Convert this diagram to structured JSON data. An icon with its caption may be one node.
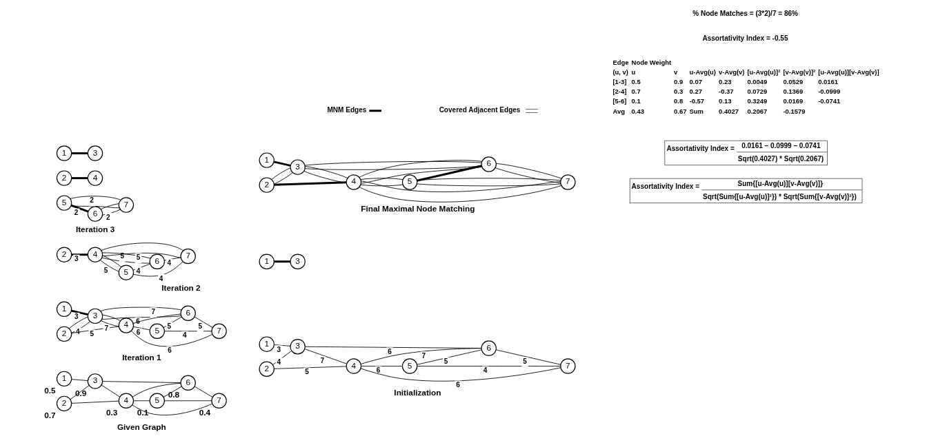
{
  "diagram": {
    "nodes": [
      {
        "text": [
          "1"
        ],
        "beside": [
          "0.5"
        ]
      },
      {
        "text": [
          "2"
        ],
        "beside": [
          "0.7"
        ]
      },
      {
        "text": [
          "3"
        ],
        "beside": [
          "0.9"
        ]
      },
      {
        "text": [
          "4"
        ],
        "beside": [
          "0.3"
        ]
      },
      {
        "text": [
          "5"
        ],
        "beside": [
          "0.1"
        ]
      },
      {
        "text": [
          "6"
        ],
        "beside": [
          "0.8"
        ]
      },
      {
        "text": [
          "7"
        ],
        "beside": [
          "0.4"
        ]
      },
      {
        "text": [
          "1"
        ]
      },
      {
        "text": [
          "2"
        ]
      },
      {
        "text": [
          "3"
        ]
      },
      {
        "text": [
          "4"
        ]
      },
      {
        "text": [
          "5"
        ]
      },
      {
        "text": [
          "6"
        ]
      },
      {
        "text": [
          "7"
        ]
      },
      {
        "text": [
          "1"
        ]
      },
      {
        "text": [
          "2"
        ]
      },
      {
        "text": [
          "3"
        ]
      },
      {
        "text": [
          "4"
        ]
      },
      {
        "text": [
          "5"
        ]
      },
      {
        "text": [
          "6"
        ]
      },
      {
        "text": [
          "7"
        ]
      },
      {
        "text": [
          "1"
        ]
      },
      {
        "text": [
          "2"
        ]
      },
      {
        "text": [
          "3"
        ]
      },
      {
        "text": [
          "4"
        ]
      },
      {
        "text": [
          "5"
        ]
      },
      {
        "text": [
          "6"
        ]
      },
      {
        "text": [
          "7"
        ]
      },
      {
        "text": [
          "1"
        ]
      },
      {
        "text": [
          "2"
        ]
      },
      {
        "text": [
          "3"
        ]
      },
      {
        "text": [
          "4"
        ]
      },
      {
        "text": [
          "5"
        ]
      },
      {
        "text": [
          "6"
        ]
      },
      {
        "text": [
          "7"
        ]
      },
      {
        "text": [
          "1"
        ]
      },
      {
        "text": [
          "2"
        ]
      },
      {
        "text": [
          "3"
        ]
      },
      {
        "text": [
          "4"
        ]
      },
      {
        "text": [
          "5"
        ]
      },
      {
        "text": [
          "6"
        ]
      },
      {
        "text": [
          "7"
        ]
      },
      {
        "text": [
          "Sum{[u-Avg(u)][v-Avg(v)]}",
          "Assortativity Index =",
          "Sqrt(Sum{[u-Avg(u)]²}) * Sqrt(Sum{[v-Avg(v)]²})"
        ]
      },
      {
        "text": [
          "0.0161 – 0.0999 – 0.0741",
          "Assortativity Index =",
          "Sqrt(0.4027) * Sqrt(0.2067)"
        ]
      }
    ],
    "edges": [
      {
        "from": 0,
        "to": 2,
        "arrow": "none"
      },
      {
        "from": 1,
        "to": 2,
        "arrow": "none"
      },
      {
        "from": 1,
        "to": 3,
        "arrow": "none"
      },
      {
        "from": 2,
        "to": 3,
        "arrow": "none"
      },
      {
        "from": 2,
        "to": 5,
        "arrow": "none"
      },
      {
        "from": 3,
        "to": 4,
        "arrow": "none"
      },
      {
        "from": 3,
        "to": 5,
        "arrow": "none"
      },
      {
        "from": 3,
        "to": 6,
        "arrow": "none"
      },
      {
        "from": 4,
        "to": 5,
        "arrow": "none"
      },
      {
        "from": 4,
        "to": 6,
        "arrow": "none"
      },
      {
        "from": 5,
        "to": 6,
        "arrow": "none"
      },
      {
        "from": 7,
        "to": 9,
        "arrow": "none",
        "label": "3"
      },
      {
        "from": 8,
        "to": 9,
        "arrow": "none",
        "label": "4"
      },
      {
        "from": 8,
        "to": 10,
        "arrow": "none",
        "label": "5"
      },
      {
        "from": 9,
        "to": 10,
        "arrow": "none",
        "label": "7"
      },
      {
        "from": 9,
        "to": 12,
        "arrow": "none",
        "label": "6"
      },
      {
        "from": 10,
        "to": 11,
        "arrow": "none",
        "label": "6"
      },
      {
        "from": 10,
        "to": 12,
        "arrow": "none",
        "label": "7"
      },
      {
        "from": 10,
        "to": 13,
        "arrow": "none",
        "label": "6"
      },
      {
        "from": 11,
        "to": 12,
        "arrow": "none",
        "label": "5"
      },
      {
        "from": 11,
        "to": 13,
        "arrow": "none",
        "label": "4"
      },
      {
        "from": 12,
        "to": 13,
        "arrow": "none",
        "label": "5"
      },
      {
        "from": 14,
        "to": 16,
        "arrow": "none",
        "label": "3",
        "style": "thick"
      },
      {
        "from": 15,
        "to": 16,
        "arrow": "none",
        "label": "4"
      },
      {
        "from": 15,
        "to": 16,
        "arrow": "none"
      },
      {
        "from": 15,
        "to": 17,
        "arrow": "none",
        "label": "5"
      },
      {
        "from": 16,
        "to": 17,
        "arrow": "none",
        "label": "7"
      },
      {
        "from": 16,
        "to": 17,
        "arrow": "none"
      },
      {
        "from": 16,
        "to": 19,
        "arrow": "none",
        "label": "6"
      },
      {
        "from": 16,
        "to": 19,
        "arrow": "none"
      },
      {
        "from": 17,
        "to": 18,
        "arrow": "none",
        "label": "6"
      },
      {
        "from": 17,
        "to": 19,
        "arrow": "none",
        "label": "7"
      },
      {
        "from": 17,
        "to": 20,
        "arrow": "none",
        "label": "6"
      },
      {
        "from": 18,
        "to": 19,
        "arrow": "none",
        "label": "5"
      },
      {
        "from": 18,
        "to": 20,
        "arrow": "none",
        "label": "4"
      },
      {
        "from": 19,
        "to": 20,
        "arrow": "none",
        "label": "5"
      },
      {
        "from": 22,
        "to": 24,
        "arrow": "none",
        "label": "3",
        "style": "thick"
      },
      {
        "from": 21,
        "to": 23,
        "arrow": "none",
        "style": "thick"
      },
      {
        "from": 24,
        "to": 25,
        "arrow": "none",
        "label": "5"
      },
      {
        "from": 24,
        "to": 25,
        "arrow": "none"
      },
      {
        "from": 24,
        "to": 26,
        "arrow": "none",
        "label": "5"
      },
      {
        "from": 24,
        "to": 26,
        "arrow": "none"
      },
      {
        "from": 24,
        "to": 27,
        "arrow": "none",
        "label": "5"
      },
      {
        "from": 24,
        "to": 27,
        "arrow": "none"
      },
      {
        "from": 25,
        "to": 26,
        "arrow": "none",
        "label": "4"
      },
      {
        "from": 25,
        "to": 27,
        "arrow": "none",
        "label": "4"
      },
      {
        "from": 26,
        "to": 27,
        "arrow": "none",
        "label": "4"
      },
      {
        "from": 29,
        "to": 31,
        "arrow": "none",
        "style": "thick"
      },
      {
        "from": 28,
        "to": 30,
        "arrow": "none",
        "style": "thick"
      },
      {
        "from": 32,
        "to": 33,
        "arrow": "none",
        "label": "2",
        "style": "thick"
      },
      {
        "from": 32,
        "to": 34,
        "arrow": "none",
        "label": "2"
      },
      {
        "from": 32,
        "to": 34,
        "arrow": "none"
      },
      {
        "from": 33,
        "to": 34,
        "arrow": "none",
        "label": "2"
      },
      {
        "from": 33,
        "to": 34,
        "arrow": "none"
      },
      {
        "from": 36,
        "to": 38,
        "arrow": "none",
        "style": "thick"
      },
      {
        "from": 35,
        "to": 37,
        "arrow": "none",
        "style": "thick"
      },
      {
        "from": 36,
        "to": 37,
        "arrow": "none"
      },
      {
        "from": 36,
        "to": 37,
        "arrow": "none"
      },
      {
        "from": 37,
        "to": 38,
        "arrow": "none"
      },
      {
        "from": 37,
        "to": 38,
        "arrow": "none"
      },
      {
        "from": 37,
        "to": 40,
        "arrow": "none"
      },
      {
        "from": 37,
        "to": 40,
        "arrow": "none"
      },
      {
        "from": 38,
        "to": 39,
        "arrow": "none"
      },
      {
        "from": 38,
        "to": 39,
        "arrow": "none"
      },
      {
        "from": 38,
        "to": 40,
        "arrow": "none"
      },
      {
        "from": 38,
        "to": 40,
        "arrow": "none"
      },
      {
        "from": 38,
        "to": 41,
        "arrow": "none"
      },
      {
        "from": 38,
        "to": 41,
        "arrow": "none"
      },
      {
        "from": 39,
        "to": 40,
        "arrow": "none",
        "style": "thick"
      },
      {
        "from": 39,
        "to": 41,
        "arrow": "none"
      },
      {
        "from": 39,
        "to": 41,
        "arrow": "none"
      },
      {
        "from": 40,
        "to": 41,
        "arrow": "none"
      },
      {
        "from": 40,
        "to": 41,
        "arrow": "none"
      }
    ],
    "labels": [
      "Given Graph",
      "Initialization",
      "Iteration 1",
      "Iteration 2",
      "Iteration 3",
      "Final Maximal Node Matching",
      "Edge",
      "Node Weight",
      "(u, v)",
      "u",
      "v",
      "u-Avg(u)",
      "v-Avg(v)",
      "[u-Avg(u)]²",
      "[v-Avg(v)]²",
      "[u-Avg(u)][v-Avg(v)]",
      "[1-3]",
      "0.5",
      "0.9",
      "0.07",
      "0.23",
      "0.0049",
      "0.0529",
      "0.0161",
      "[2-4]",
      "0.7",
      "0.3",
      "0.27",
      "-0.37",
      "0.0729",
      "0.1369",
      "-0.0999",
      "[5-6]",
      "0.1",
      "0.8",
      "-0.57",
      "0.13",
      "0.3249",
      "0.0169",
      "-0.0741",
      "Avg",
      "0.43",
      "0.67",
      "Sum",
      "0.4027",
      "0.2067",
      "-0.1579",
      "Assortativity Index = -0.55",
      "% Node Matches = (3*2)/7 = 86%"
    ],
    "legend": [
      {
        "text": "MNM Edges"
      },
      {
        "text": "Covered Adjacent Edges"
      }
    ]
  }
}
